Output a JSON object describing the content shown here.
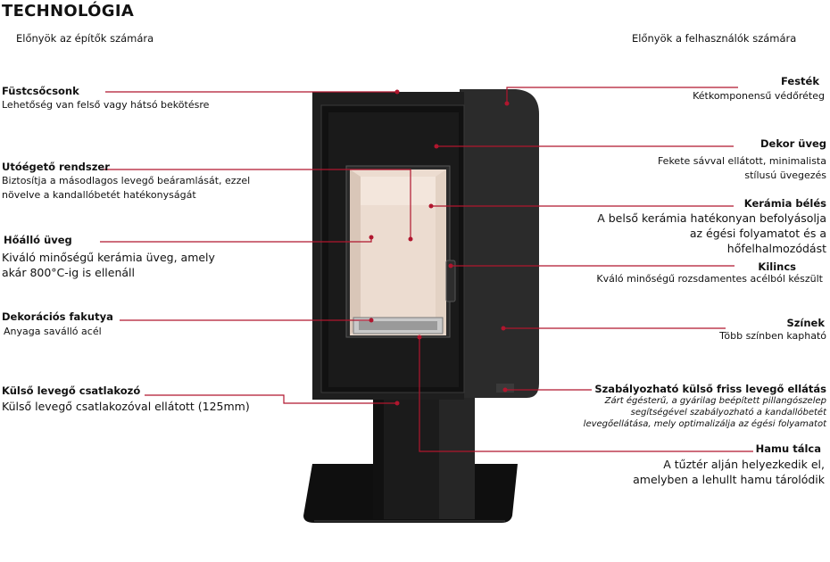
{
  "title": "TECHNOLÓGIA",
  "headers": {
    "left": "Előnyök az építők számára",
    "right": "Előnyök a felhasználók számára"
  },
  "left_features": [
    {
      "label": "Füstcsőcsonk",
      "desc": "Lehetőség van felső vagy hátsó bekötésre"
    },
    {
      "label": "Utóégető rendszer",
      "desc": "Biztosítja a másodlagos levegő beáramlását, ezzel növelve a kandallóbetét hatékonyságát"
    },
    {
      "label": "Hőálló üveg",
      "desc": "Kiváló minőségű kerámia üveg, amely akár 800°C-ig is ellenáll"
    },
    {
      "label": "Dekorációs fakutya",
      "desc": "Anyaga saválló acél"
    },
    {
      "label": "Külső levegő csatlakozó",
      "desc": "Külső levegő csatlakozóval ellátott (125mm)"
    }
  ],
  "right_features": [
    {
      "label": "Festék",
      "desc": "Kétkomponensű védőréteg"
    },
    {
      "label": "Dekor üveg",
      "desc": "Fekete sávval ellátott, minimalista stílusú üvegezés"
    },
    {
      "label": "Kerámia bélés",
      "desc": "A belső kerámia hatékonyan befolyásolja az égési folyamatot és a hőfelhalmozódást"
    },
    {
      "label": "Kilincs",
      "desc": "Kváló minőségű rozsdamentes acélból készült"
    },
    {
      "label": "Színek",
      "desc": "Több színben kapható"
    },
    {
      "label": "Szabályozható külső friss levegő ellátás",
      "desc": "Zárt égésterű, a gyárilag beépített pillangószelep segítségével szabályozható a kandallóbetét levegőellátása, mely optimalizálja az égési folyamatot"
    },
    {
      "label": "Hamu tálca",
      "desc": "A tűztér alján helyezkedik el, amelyben a lehullt hamu tárolódik"
    }
  ],
  "colors": {
    "line": "#b0162e",
    "stove": "#1f1f1f",
    "ceramic": "#ecdcd0"
  }
}
